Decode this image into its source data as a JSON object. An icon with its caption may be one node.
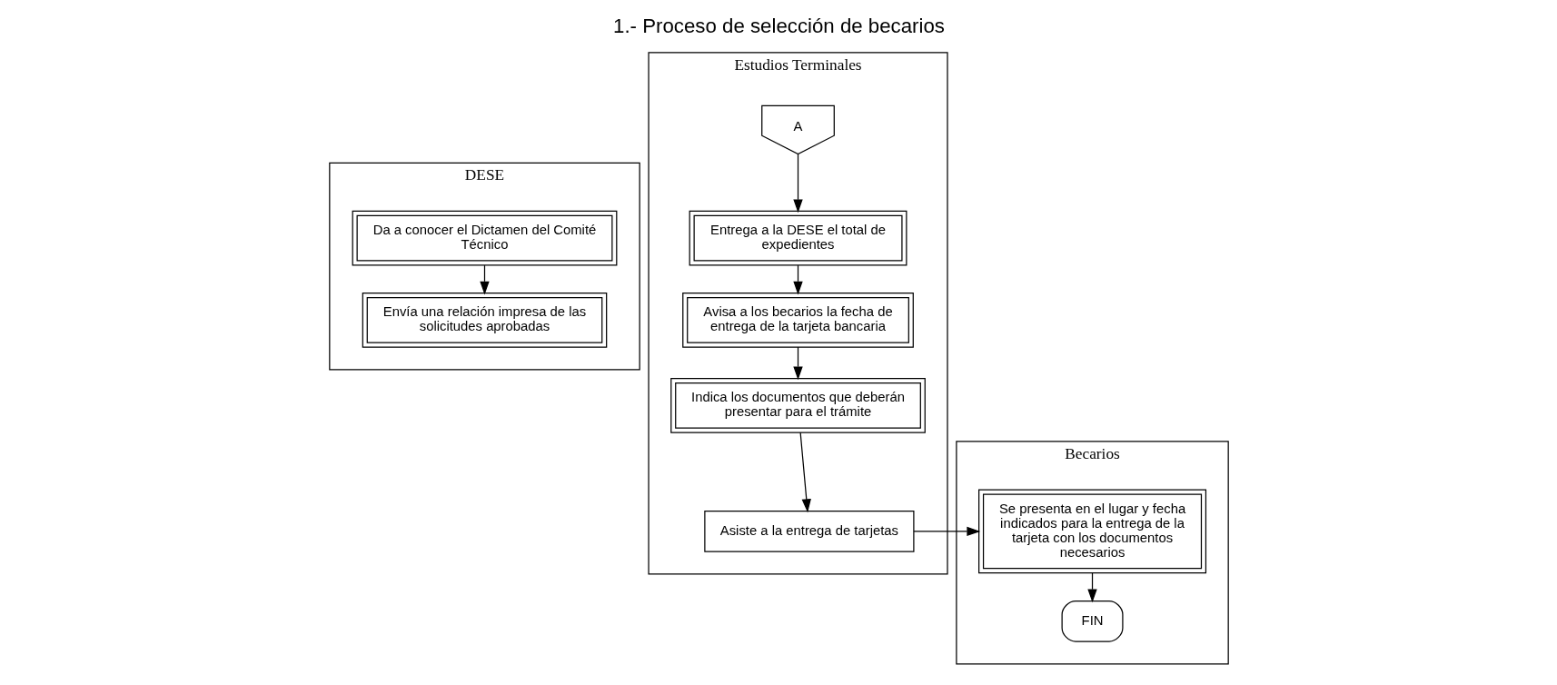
{
  "diagram": {
    "title": "1.- Proceso de selección de becarios",
    "nodes": [
      {
        "text": [
          "DESE"
        ]
      },
      {
        "text": [
          "Estudios Terminales"
        ]
      },
      {
        "text": [
          "Becarios"
        ]
      },
      {
        "text": [
          "Da a conocer el Dictamen del Comité Técnico"
        ],
        "in": 0
      },
      {
        "text": [
          "Envía una relación impresa de las solicitudes aprobadas"
        ],
        "in": 0
      },
      {
        "text": [
          "A"
        ],
        "in": 1
      },
      {
        "text": [
          "Entrega a la DESE el total de expedientes"
        ],
        "in": 1
      },
      {
        "text": [
          "Avisa a los becarios la fecha de entrega de la tarjeta bancaria"
        ],
        "in": 1
      },
      {
        "text": [
          "Indica los documentos que deberán presentar para el trámite"
        ],
        "in": 1
      },
      {
        "text": [
          "Asiste a la entrega de tarjetas"
        ],
        "in": 1
      },
      {
        "text": [
          "Se presenta en el lugar y fecha indicados para la entrega de la tarjeta con los documentos necesarios"
        ],
        "in": 2
      },
      {
        "text": [
          "FIN"
        ],
        "in": 2
      }
    ],
    "edges": [
      {
        "from": 3,
        "to": 4,
        "arrow": "to"
      },
      {
        "from": 5,
        "to": 6,
        "arrow": "to"
      },
      {
        "from": 6,
        "to": 7,
        "arrow": "to"
      },
      {
        "from": 7,
        "to": 8,
        "arrow": "to"
      },
      {
        "from": 8,
        "to": 9,
        "arrow": "to"
      },
      {
        "from": 9,
        "to": 10,
        "arrow": "to"
      },
      {
        "from": 10,
        "to": 11,
        "arrow": "to"
      }
    ]
  }
}
